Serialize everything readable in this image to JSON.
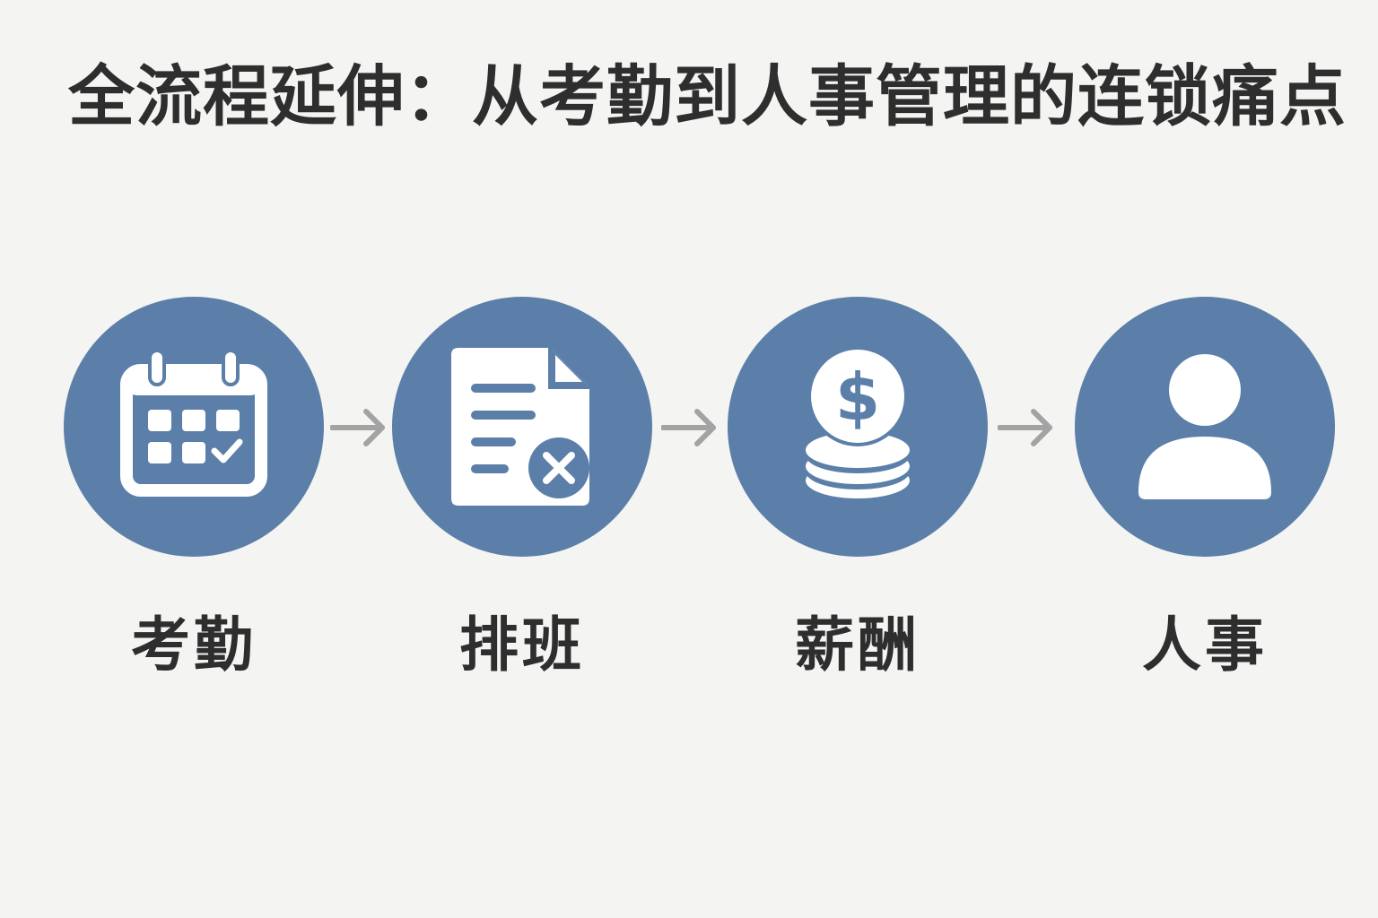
{
  "title": "全流程延伸：从考勤到人事管理的连锁痛点",
  "colors": {
    "circle": "#5b7fa8",
    "icon": "#ffffff",
    "arrow": "#a3a3a3",
    "text": "#2e2e2e",
    "background": "#f4f4f2"
  },
  "steps": [
    {
      "label": "考勤",
      "icon": "calendar-check-icon"
    },
    {
      "label": "排班",
      "icon": "document-x-icon"
    },
    {
      "label": "薪酬",
      "icon": "coins-dollar-icon"
    },
    {
      "label": "人事",
      "icon": "person-icon"
    }
  ]
}
